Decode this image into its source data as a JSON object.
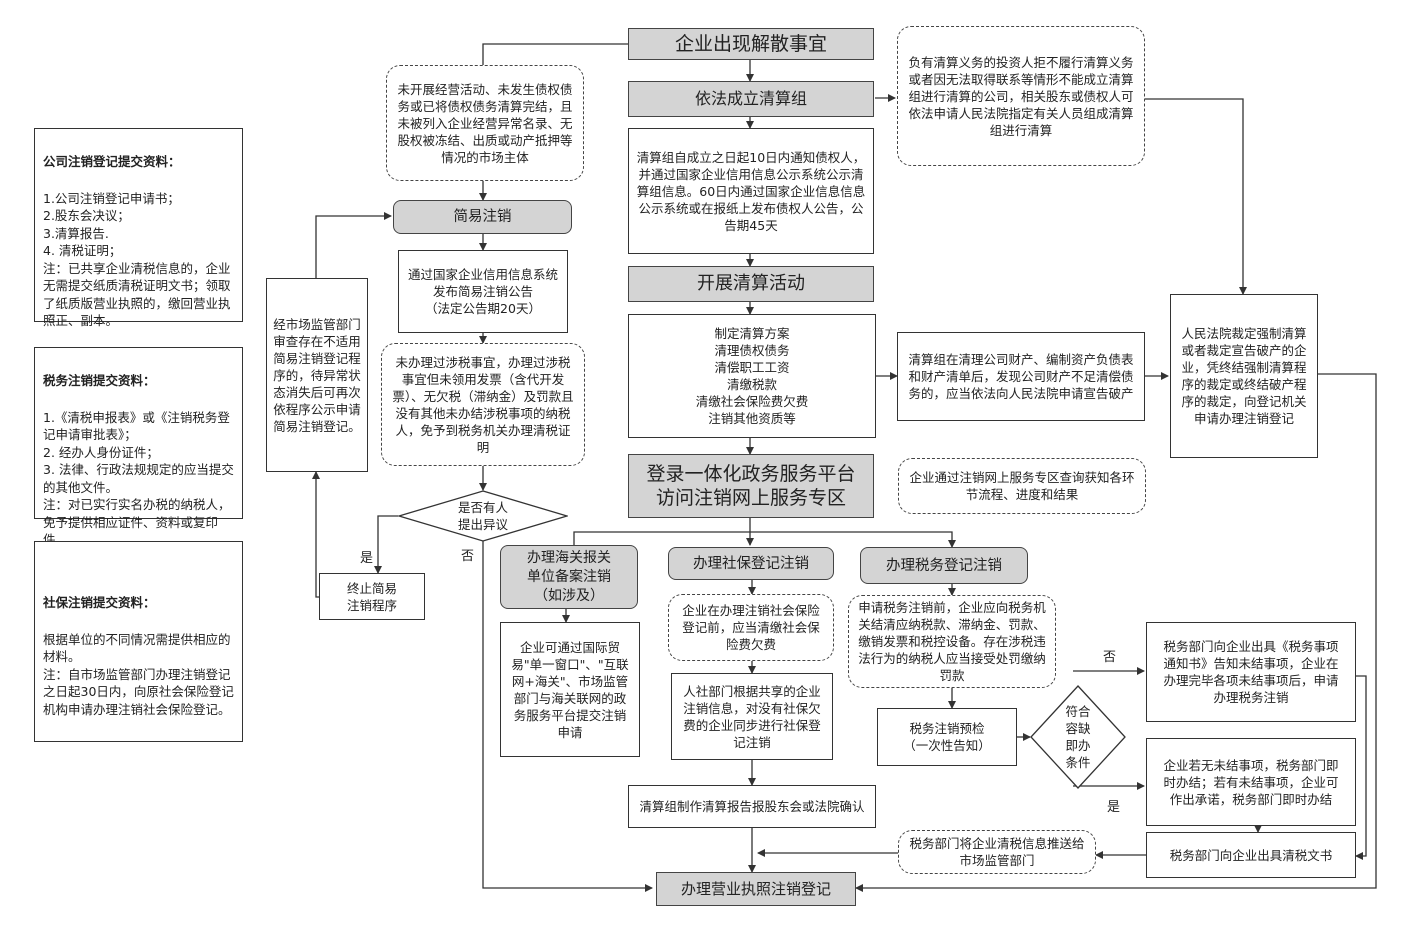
{
  "side_panels": {
    "company": {
      "title": "公司注销登记提交资料：",
      "body": "1.公司注销登记申请书；\n2.股东会决议；\n3.清算报告.\n4. 清税证明；\n注：已共享企业清税信息的，企业无需提交纸质清税证明文书；领取了纸质版营业执照的，缴回营业执照正、副本。"
    },
    "tax": {
      "title": "税务注销提交资料：",
      "body": "1.《清税申报表》或《注销税务登记申请审批表》；\n2. 经办人身份证件；\n3. 法律、行政法规规定的应当提交的其他文件。\n注：对已实行实名办税的纳税人，免予提供相应证件、资料或复印件。"
    },
    "social": {
      "title": "社保注销提交资料：",
      "body": "根据单位的不同情况需提供相应的材料。\n注：自市场监管部门办理注销登记之日起30日内，向原社会保险登记机构申请办理注销社会保险登记。"
    }
  },
  "nodes": {
    "start": "企业出现解散事宜",
    "simple_condition": "未开展经营活动、未发生债权债务或已将债权债务清算完结，且未被列入企业经营异常名录、无股权被冻结、出质或动产抵押等情况的市场主体",
    "liquidation_group": "依法成立清算组",
    "court_designate": "负有清算义务的投资人拒不履行清算义务或者因无法取得联系等情形不能成立清算组进行清算的公司，相关股东或债权人可依法申请人民法院指定有关人员组成清算组进行清算",
    "notify_creditors": "清算组自成立之日起10日内通知债权人，并通过国家企业信用信息公示系统公示清算组信息。60日内通过国家企业信息信息公示系统或在报纸上发布债权人公告，公告期45天",
    "simple_cancel": "简易注销",
    "simple_announce": "通过国家企业信用信息系统发布简易注销公告\n（法定公告期20天）",
    "market_review": "经市场监管部门审查存在不适用简易注销登记程序的，待异常状态消失后可再次依程序公示申请简易注销登记。",
    "start_liquidation": "开展清算活动",
    "activities": "制定清算方案\n清理债权债务\n清偿职工工资\n清缴税款\n清缴社会保险费欠费\n注销其他资质等",
    "insufficient": "清算组在清理公司财产、编制资产负债表和财产清单后，发现公司财产不足清偿债务的，应当依法向人民法院申请宣告破产",
    "court_bankruptcy": "人民法院裁定强制清算或者裁定宣告破产的企业，凭终结强制清算程序的裁定或终结破产程序的裁定，向登记机关申请办理注销登记",
    "tax_exempt": "未办理过涉税事宜，办理过涉税事宜但未领用发票（含代开发票）、无欠税（滞纳金）及罚款且没有其他未办结涉税事项的纳税人，免予到税务机关办理清税证明",
    "platform": "登录一体化政务服务平台\n访问注销网上服务专区",
    "platform_note": "企业通过注销网上服务专区查询获知各环节流程、进度和结果",
    "objection": "是否有人\n提出异议",
    "terminate": "终止简易\n注销程序",
    "customs": "办理海关报关\n单位备案注销\n（如涉及）",
    "social_cancel": "办理社保登记注销",
    "tax_cancel": "办理税务登记注销",
    "customs_desc": "企业可通过国际贸易\"单一窗口\"、\"互联网+海关\"、市场监管部门与海关联网的政务服务平台提交注销申请",
    "social_note": "企业在办理注销社会保险登记前，应当清缴社会保险费欠费",
    "social_sync": "人社部门根据共享的企业注销信息，对没有社保欠费的企业同步进行社保登记注销",
    "tax_note": "申请税务注销前，企业应向税务机关结清应纳税款、滞纳金、罚款、缴销发票和税控设备。存在涉税违法行为的纳税人应当接受处罚缴纳罚款",
    "tax_precheck": "税务注销预检\n（一次性告知）",
    "tax_condition": "符合\n容缺\n即办\n条件",
    "tax_notice": "税务部门向企业出具《税务事项通知书》告知未结事项，企业在办理完毕各项未结事项后，申请办理税务注销",
    "tax_immediate": "企业若无未结事项，税务部门即时办结；若有未结事项，企业可作出承诺，税务部门即时办结",
    "report": "清算组制作清算报告报股东会或法院确认",
    "push_info": "税务部门将企业清税信息推送给市场监管部门",
    "tax_certificate": "税务部门向企业出具清税文书",
    "final": "办理营业执照注销登记"
  },
  "labels": {
    "yes": "是",
    "no": "否",
    "yes2": "是",
    "no2": "否"
  }
}
